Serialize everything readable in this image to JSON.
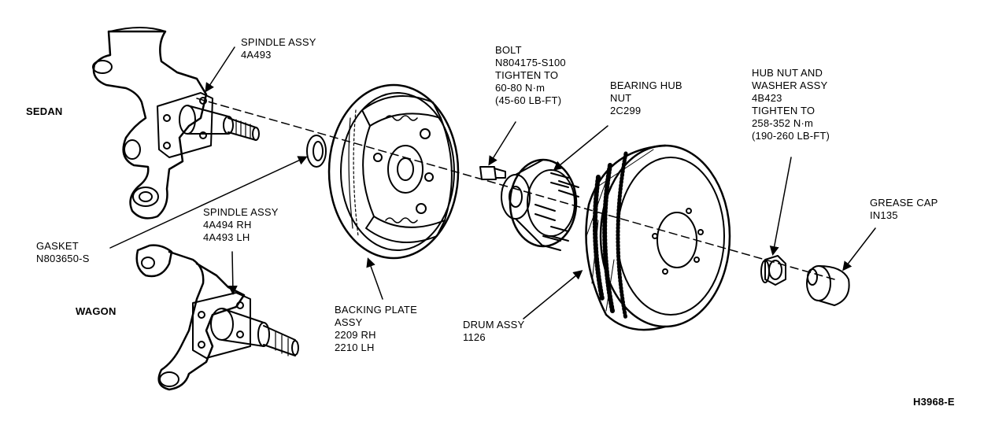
{
  "labels": {
    "sedan": "SEDAN",
    "wagon": "WAGON",
    "spindle_sedan": [
      "SPINDLE ASSY",
      "4A493"
    ],
    "gasket": [
      "GASKET",
      "N803650-S"
    ],
    "spindle_wagon": [
      "SPINDLE ASSY",
      "4A494 RH",
      "4A493 LH"
    ],
    "backing_plate": [
      "BACKING PLATE",
      "ASSY",
      "2209 RH",
      "2210 LH"
    ],
    "bolt": [
      "BOLT",
      "N804175-S100",
      "TIGHTEN TO",
      "60-80 N·m",
      "(45-60 LB-FT)"
    ],
    "bearing_hub_nut": [
      "BEARING HUB",
      "NUT",
      "2C299"
    ],
    "drum": [
      "DRUM ASSY",
      "1126"
    ],
    "hub_nut_washer": [
      "HUB NUT AND",
      "WASHER ASSY",
      "4B423",
      "TIGHTEN TO",
      "258-352 N·m",
      "(190-260 LB-FT)"
    ],
    "grease_cap": [
      "GREASE CAP",
      "IN135"
    ],
    "figure_id": "H3968-E"
  },
  "colors": {
    "ink": "#000000",
    "paper": "#ffffff"
  }
}
